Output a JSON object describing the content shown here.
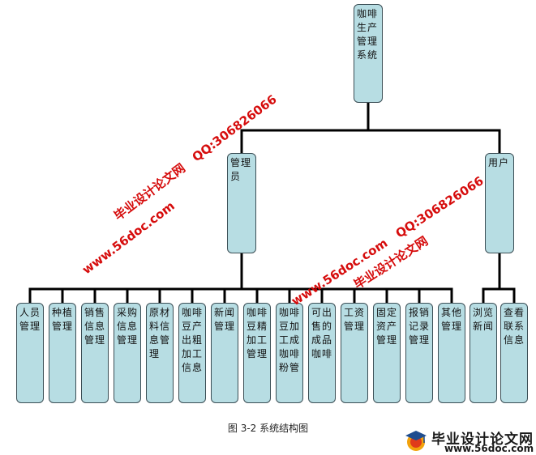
{
  "root": {
    "label": "咖啡生产管理系统"
  },
  "branches": [
    {
      "label": "管理员",
      "children": [
        "人员管理",
        "种植管理",
        "销售信息管理",
        "采购信息管理",
        "原材料信息管理",
        "咖啡豆产出粗加工信息",
        "新闻管理",
        "咖啡豆精加工管理",
        "咖啡豆加工成咖啡粉管",
        "可出售的成品咖啡",
        "工资管理",
        "固定资产管理",
        "报销记录管理",
        "其他管理"
      ]
    },
    {
      "label": "用户",
      "children": [
        "浏览新闻",
        "查看联系信息"
      ]
    }
  ],
  "caption": "图 3-2 系统结构图",
  "watermarks": {
    "url": "www.56doc.com",
    "qq": "QQ:306826066",
    "brand": "毕业设计论文网"
  },
  "logo": {
    "title": "毕业设计论文网",
    "url": "www.56doc.com"
  },
  "colors": {
    "node_fill": "#b7dde3",
    "node_border": "#3b4e55",
    "watermark": "#d40000"
  }
}
